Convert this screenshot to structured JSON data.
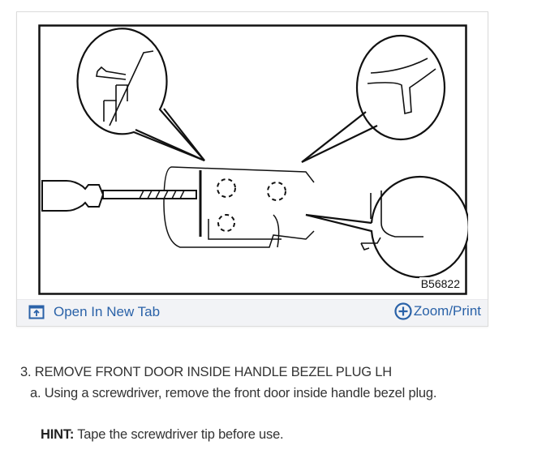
{
  "figure": {
    "id_label": "B56822",
    "description": "Line drawing of screwdriver prying front door inside handle bezel plug with three magnified callout circles"
  },
  "figure_bar": {
    "open_new_tab": {
      "label": "Open In New Tab",
      "icon": "open-new-tab-icon"
    },
    "zoom_print": {
      "label": "Zoom/Print",
      "icon": "plus-circle-icon"
    }
  },
  "content": {
    "step_title": "3. REMOVE FRONT DOOR INSIDE HANDLE BEZEL PLUG LH",
    "substep": "a. Using a screwdriver, remove the front door inside handle bezel plug.",
    "hint_label": "HINT:",
    "hint_text": " Tape the screwdriver tip before use."
  },
  "colors": {
    "link": "#2a62a8",
    "bar_bg": "#f2f3f6",
    "text": "#333333"
  }
}
